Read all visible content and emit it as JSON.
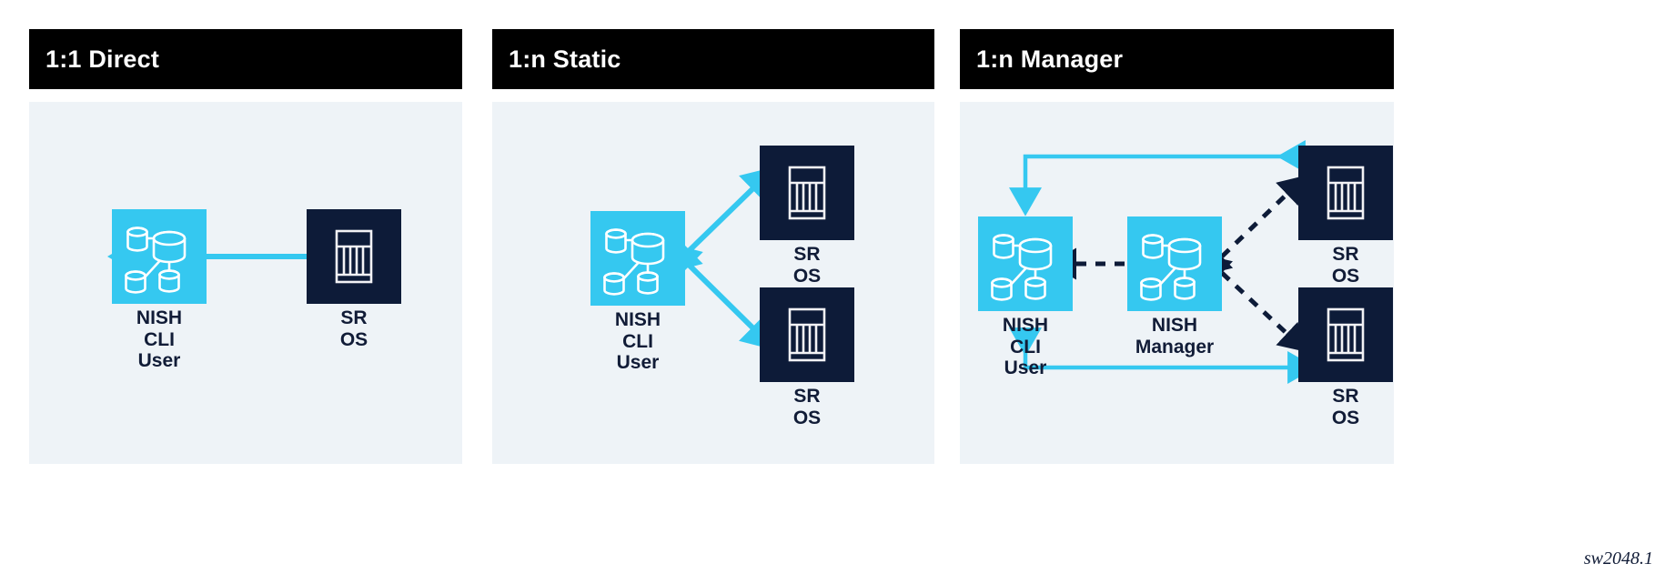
{
  "figure": {
    "caption": "sw2048.1",
    "colors": {
      "header_bg": "#000000",
      "header_text": "#ffffff",
      "panel_bg": "#eef3f7",
      "page_bg": "#ffffff",
      "cyan": "#35c8f0",
      "navy": "#0d1b38",
      "label_text": "#111c37"
    }
  },
  "panels": [
    {
      "id": "direct",
      "title": "1:1 Direct",
      "nodes": [
        {
          "id": "p1-nish-cli",
          "kind": "cyan",
          "icon": "database-cluster-icon",
          "label": "NISH CLI\nUser"
        },
        {
          "id": "p1-sr-os",
          "kind": "navy",
          "icon": "router-icon",
          "label": "SR OS"
        }
      ],
      "connections": [
        {
          "from": "p1-nish-cli",
          "to": "p1-sr-os",
          "style": "solid",
          "color": "#35c8f0",
          "arrows": "both"
        }
      ]
    },
    {
      "id": "static",
      "title": "1:n Static",
      "nodes": [
        {
          "id": "p2-nish-cli",
          "kind": "cyan",
          "icon": "database-cluster-icon",
          "label": "NISH CLI\nUser"
        },
        {
          "id": "p2-sr-os-top",
          "kind": "navy",
          "icon": "router-icon",
          "label": "SR OS"
        },
        {
          "id": "p2-sr-os-bottom",
          "kind": "navy",
          "icon": "router-icon",
          "label": "SR OS"
        }
      ],
      "connections": [
        {
          "from": "p2-nish-cli",
          "to": "p2-sr-os-top",
          "style": "solid",
          "color": "#35c8f0",
          "arrows": "both"
        },
        {
          "from": "p2-nish-cli",
          "to": "p2-sr-os-bottom",
          "style": "solid",
          "color": "#35c8f0",
          "arrows": "both"
        }
      ]
    },
    {
      "id": "manager",
      "title": "1:n Manager",
      "nodes": [
        {
          "id": "p3-nish-cli",
          "kind": "cyan",
          "icon": "database-cluster-icon",
          "label": "NISH CLI\nUser"
        },
        {
          "id": "p3-nish-manager",
          "kind": "cyan",
          "icon": "database-cluster-icon",
          "label": "NISH\nManager"
        },
        {
          "id": "p3-sr-os-top",
          "kind": "navy",
          "icon": "router-icon",
          "label": "SR OS"
        },
        {
          "id": "p3-sr-os-bottom",
          "kind": "navy",
          "icon": "router-icon",
          "label": "SR OS"
        }
      ],
      "connections": [
        {
          "from": "p3-nish-cli",
          "to": "p3-nish-manager",
          "style": "dashed",
          "color": "#0d1b38",
          "arrows": "both"
        },
        {
          "from": "p3-nish-manager",
          "to": "p3-sr-os-top",
          "style": "dashed",
          "color": "#0d1b38",
          "arrows": "both"
        },
        {
          "from": "p3-nish-manager",
          "to": "p3-sr-os-bottom",
          "style": "dashed",
          "color": "#0d1b38",
          "arrows": "both"
        },
        {
          "from": "p3-sr-os-top",
          "to": "p3-nish-cli",
          "style": "solid-elbow",
          "color": "#35c8f0",
          "arrows": "both"
        },
        {
          "from": "p3-nish-cli",
          "to": "p3-sr-os-bottom",
          "style": "solid-elbow",
          "color": "#35c8f0",
          "arrows": "both"
        }
      ]
    }
  ]
}
